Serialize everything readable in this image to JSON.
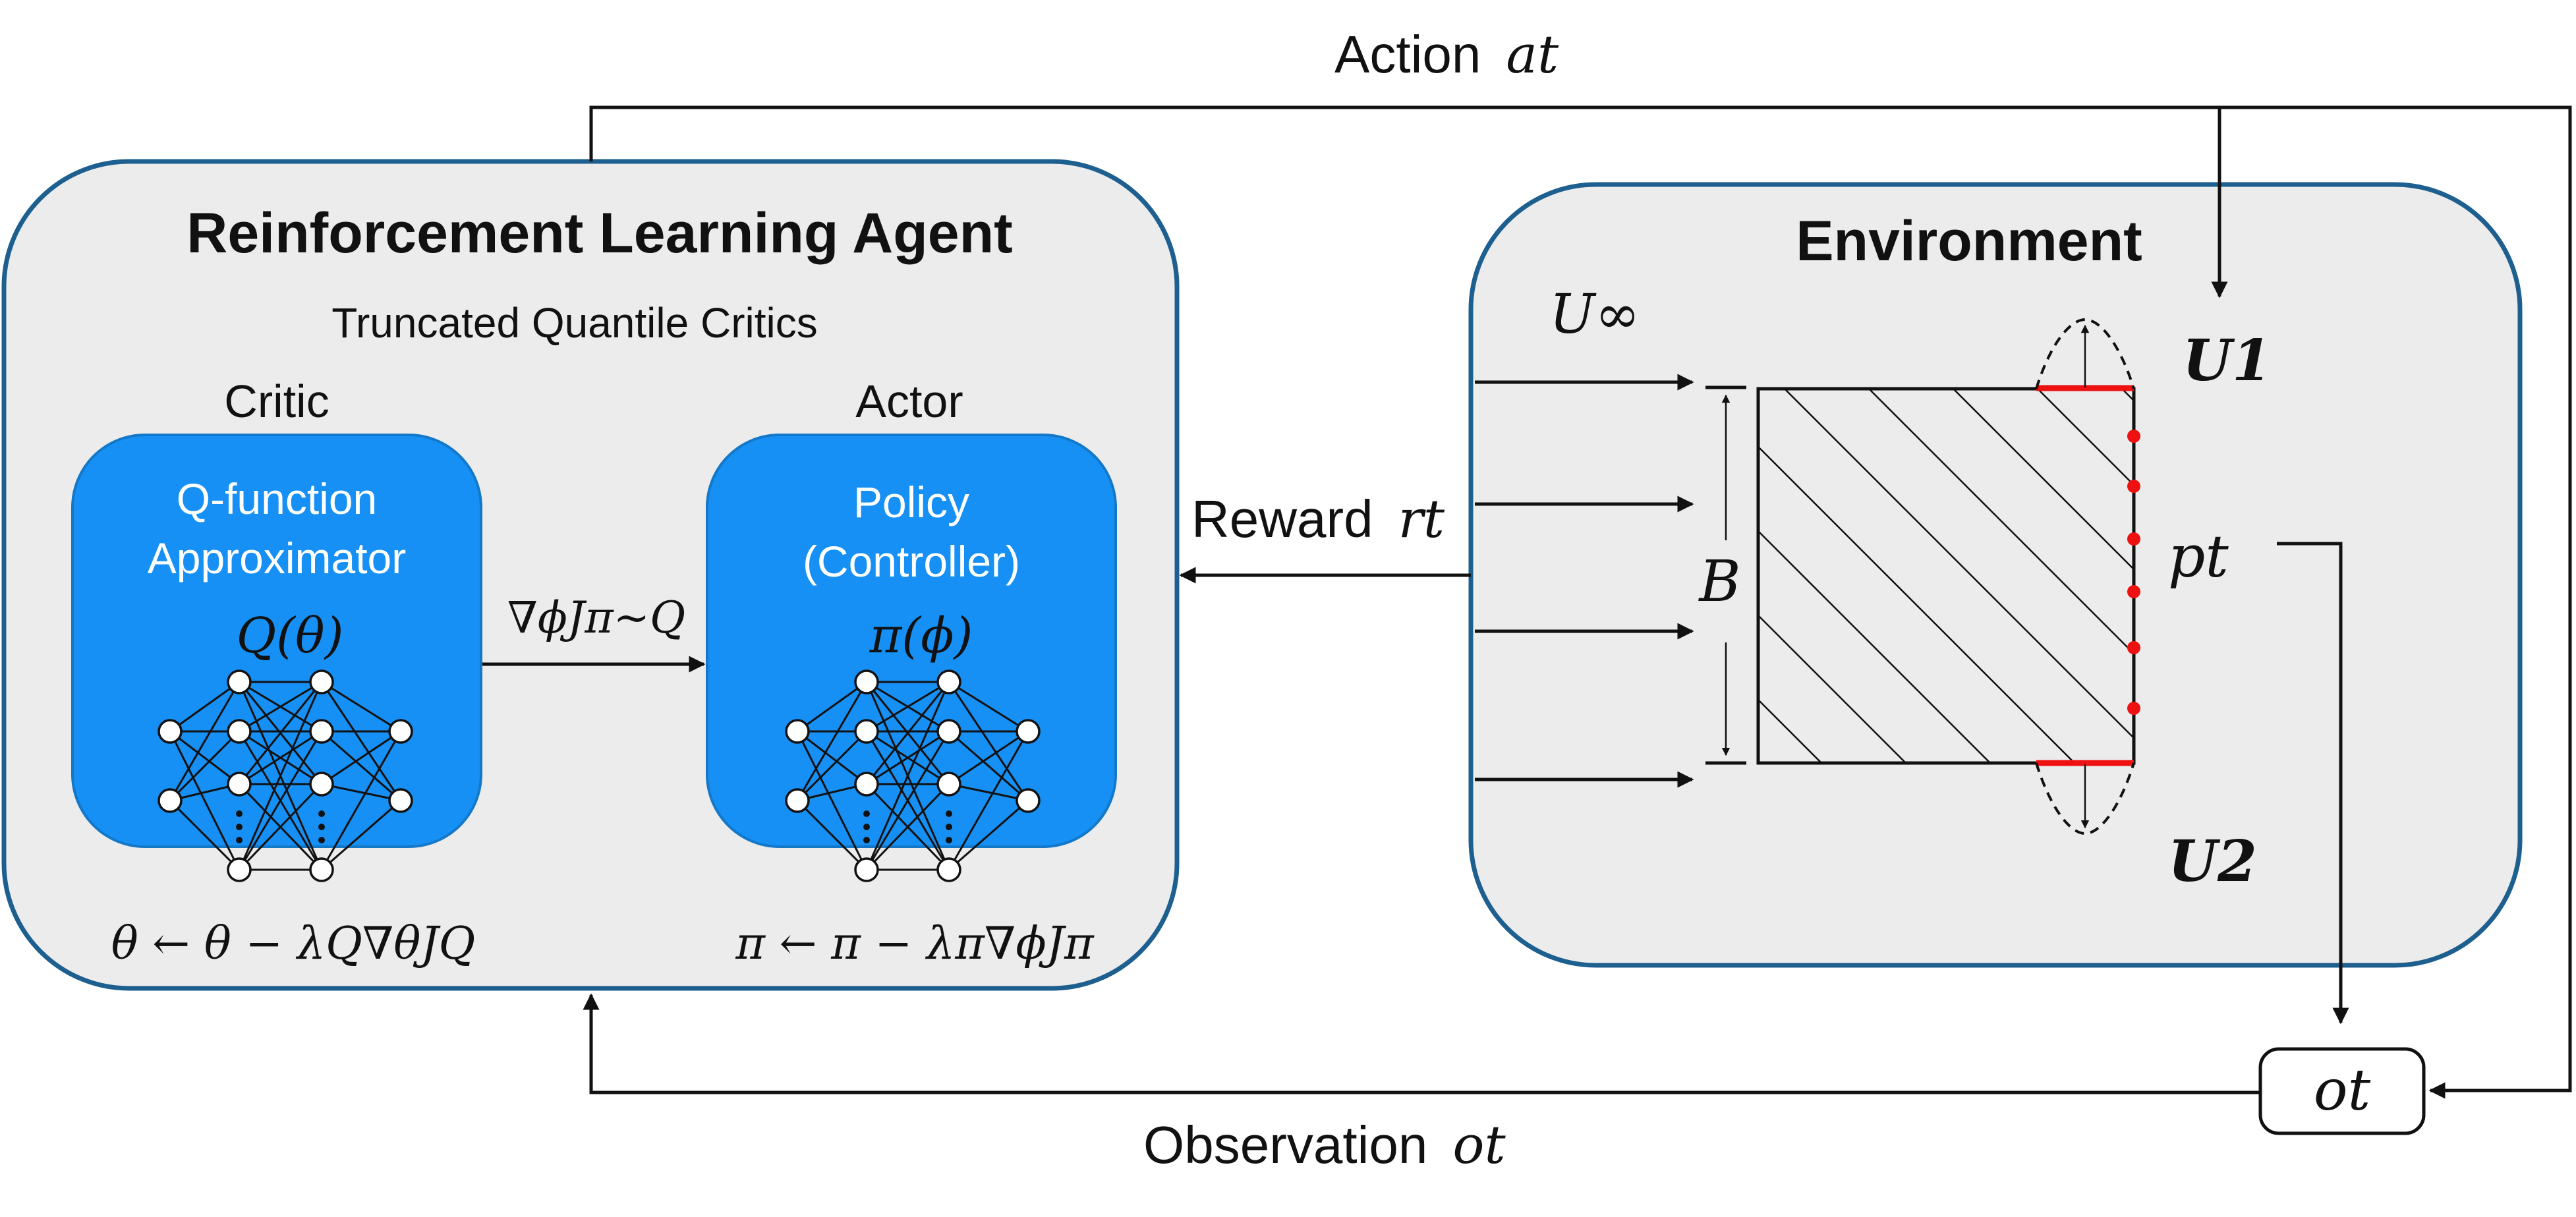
{
  "diagram": {
    "agent_title": "Reinforcement Learning Agent",
    "agent_subtitle": "Truncated Quantile Critics",
    "critic_label": "Critic",
    "actor_label": "Actor",
    "critic_box_line1": "Q-function",
    "critic_box_line2": "Approximator",
    "critic_formula": "Q(θ)",
    "actor_box_line1": "Policy",
    "actor_box_line2": "(Controller)",
    "actor_formula": "π(ϕ)",
    "gradient_label": "∇ϕJπ~Q",
    "critic_update": "θ ← θ − λQ∇θJQ",
    "actor_update": "π ← π − λπ∇ϕJπ",
    "environment_title": "Environment",
    "freestream_label": "U∞",
    "width_label": "B",
    "u1_label": "U1",
    "u2_label": "U2",
    "pressure_label": "pt",
    "action_label": "Action",
    "action_symbol": "at",
    "reward_label": "Reward",
    "reward_symbol": "rt",
    "observation_label": "Observation",
    "observation_symbol": "ot",
    "observation_box": "ot"
  },
  "colors": {
    "panel_fill": "#ececec",
    "panel_border": "#1d5f8f",
    "network_box": "#1690f5",
    "jet_bars": "#ee1111"
  },
  "icons": [
    "neural-network-icon",
    "arrow-icon",
    "hatched-square-body-icon"
  ]
}
